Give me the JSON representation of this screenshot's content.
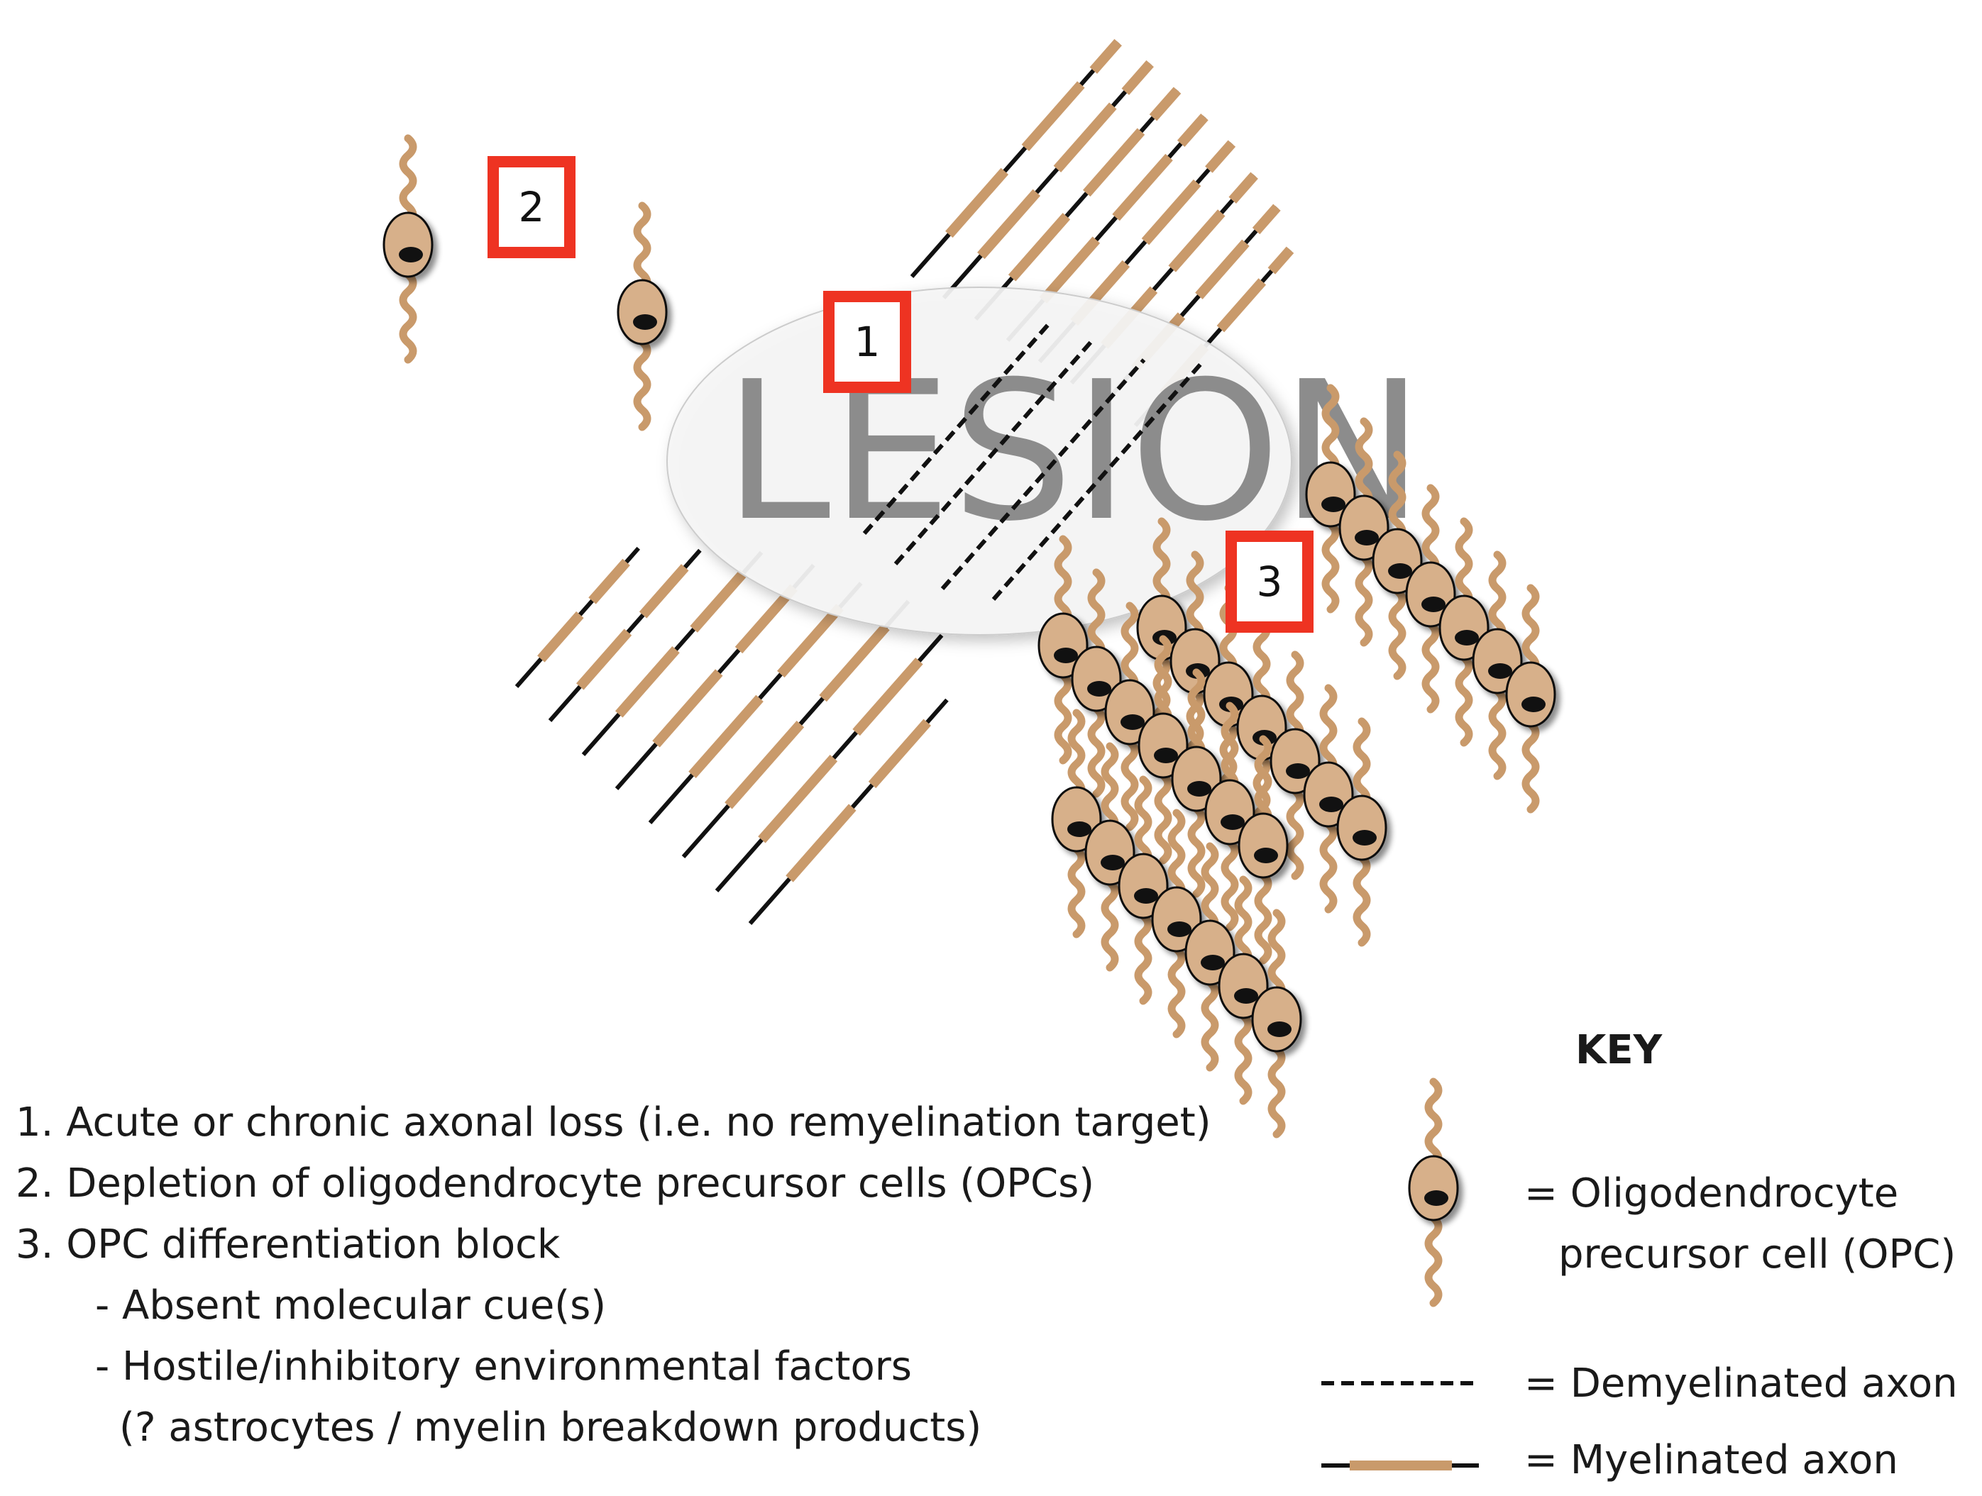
{
  "diagram": {
    "lesion_label": "LESION",
    "badges": [
      "1",
      "2",
      "3"
    ]
  },
  "causes": [
    "1. Acute or chronic axonal loss (i.e. no remyelination target)",
    "2. Depletion of oligodendrocyte precursor cells (OPCs)",
    "3. OPC differentiation block",
    "- Absent molecular cue(s)",
    "- Hostile/inhibitory environmental factors",
    "(? astrocytes / myelin breakdown products)"
  ],
  "key": {
    "title": "KEY",
    "opc_line1": "= Oligodendrocyte",
    "opc_line2": "precursor cell (OPC)",
    "demyelinated": "= Demyelinated axon",
    "myelinated": "= Myelinated axon"
  },
  "colors": {
    "myelin": "#c99a6b",
    "axon": "#111111",
    "badge_border": "#ee3322",
    "cell_body": "#d7b08a",
    "nucleus": "#111111",
    "lesion_fill": "#f5f5f5",
    "lesion_text": "#8c8c8c"
  }
}
